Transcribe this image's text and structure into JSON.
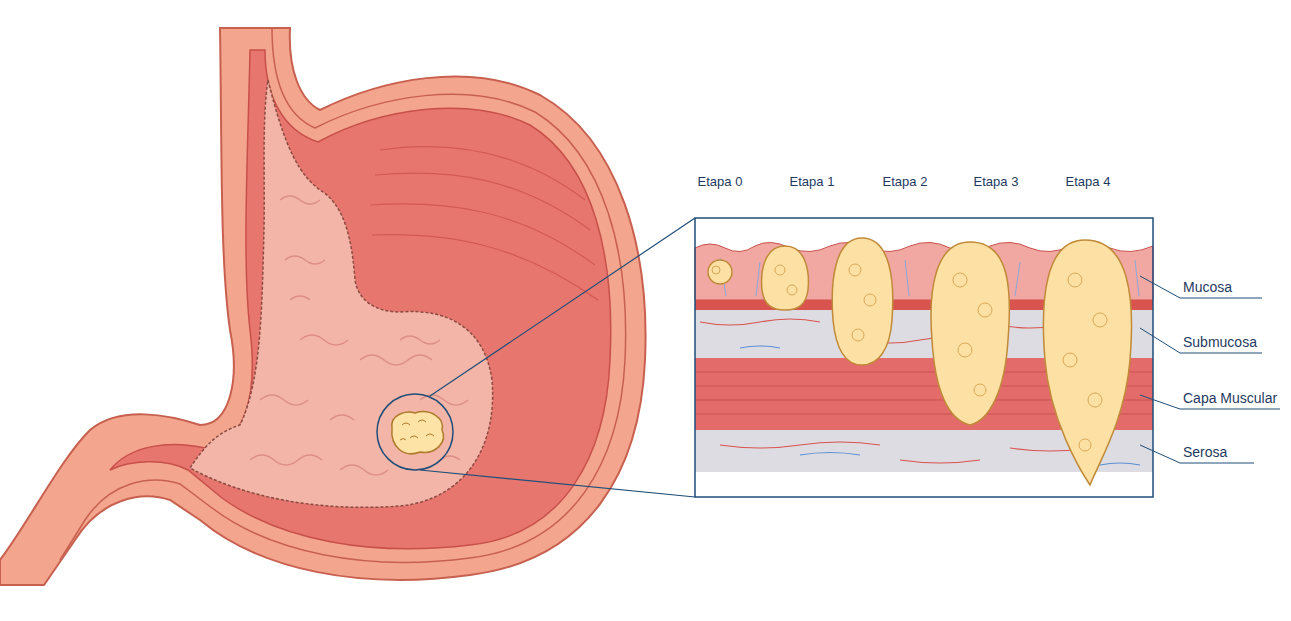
{
  "diagram": {
    "labels": [
      "Etapa 0",
      "Etapa 1",
      "Etapa 2",
      "Etapa 3",
      "Etapa 4",
      "Mucosa",
      "Submucosa",
      "Capa Muscular",
      "Serosa"
    ]
  }
}
